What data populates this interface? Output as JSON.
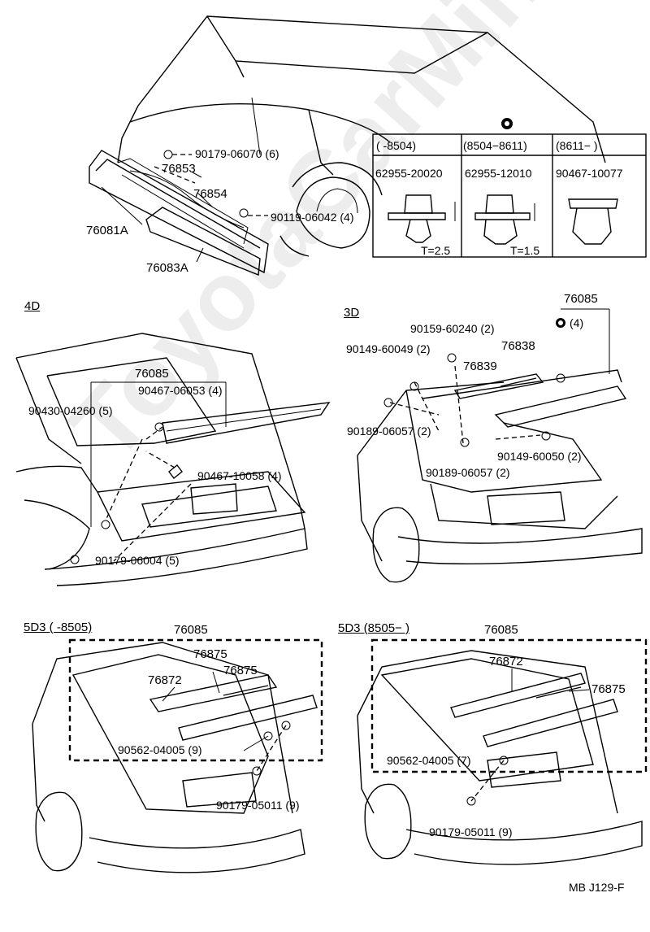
{
  "watermark": "ToyotaCarMinor.ru",
  "front": {
    "labels": [
      {
        "id": "p-90179-06070",
        "text": "90179-06070 (6)"
      },
      {
        "id": "p-76853",
        "text": "76853"
      },
      {
        "id": "p-76854",
        "text": "76854"
      },
      {
        "id": "p-90119-06042",
        "text": "90119-06042 (4)"
      },
      {
        "id": "p-76081A",
        "text": "76081A"
      },
      {
        "id": "p-76083A",
        "text": "76083A"
      }
    ]
  },
  "clip_table": {
    "columns": [
      {
        "range": "(       -8504)",
        "part": "62955-20020",
        "thickness": "T=2.5"
      },
      {
        "range": "(8504−8611)",
        "part": "62955-12010",
        "thickness": "T=1.5"
      },
      {
        "range": "(8611−         )",
        "part": "90467-10077",
        "thickness": ""
      }
    ]
  },
  "section_4d": {
    "title": "4D",
    "labels": [
      {
        "id": "p-76085",
        "text": "76085"
      },
      {
        "id": "p-90467-06053",
        "text": "90467-06053 (4)"
      },
      {
        "id": "p-90430-04260",
        "text": "90430-04260 (5)"
      },
      {
        "id": "p-90467-10058",
        "text": "90467-10058 (4)"
      },
      {
        "id": "p-90179-06004",
        "text": "90179-06004 (5)"
      }
    ]
  },
  "section_3d": {
    "title": "3D",
    "labels": [
      {
        "id": "p-76085",
        "text": "76085"
      },
      {
        "id": "p-qty4",
        "text": "(4)"
      },
      {
        "id": "p-90159-60240",
        "text": "90159-60240 (2)"
      },
      {
        "id": "p-90149-60049",
        "text": "90149-60049 (2)"
      },
      {
        "id": "p-76838",
        "text": "76838"
      },
      {
        "id": "p-76839",
        "text": "76839"
      },
      {
        "id": "p-90189-06057a",
        "text": "90189-06057 (2)"
      },
      {
        "id": "p-90149-60050",
        "text": "90149-60050 (2)"
      },
      {
        "id": "p-90189-06057b",
        "text": "90189-06057 (2)"
      }
    ]
  },
  "section_5d3_early": {
    "title": "5D3 (       -8505)",
    "labels": [
      {
        "id": "p-76085",
        "text": "76085"
      },
      {
        "id": "p-76875a",
        "text": "76875"
      },
      {
        "id": "p-76872",
        "text": "76872"
      },
      {
        "id": "p-76875b",
        "text": "76875"
      },
      {
        "id": "p-90562-04005",
        "text": "90562-04005 (9)"
      },
      {
        "id": "p-90179-05011",
        "text": "90179-05011 (9)"
      }
    ]
  },
  "section_5d3_late": {
    "title": "5D3 (8505−         )",
    "labels": [
      {
        "id": "p-76085",
        "text": "76085"
      },
      {
        "id": "p-76872",
        "text": "76872"
      },
      {
        "id": "p-76875",
        "text": "76875"
      },
      {
        "id": "p-90562-04005",
        "text": "90562-04005 (7)"
      },
      {
        "id": "p-90179-05011",
        "text": "90179-05011 (9)"
      }
    ]
  },
  "footer": {
    "code": "MB J129-F"
  }
}
